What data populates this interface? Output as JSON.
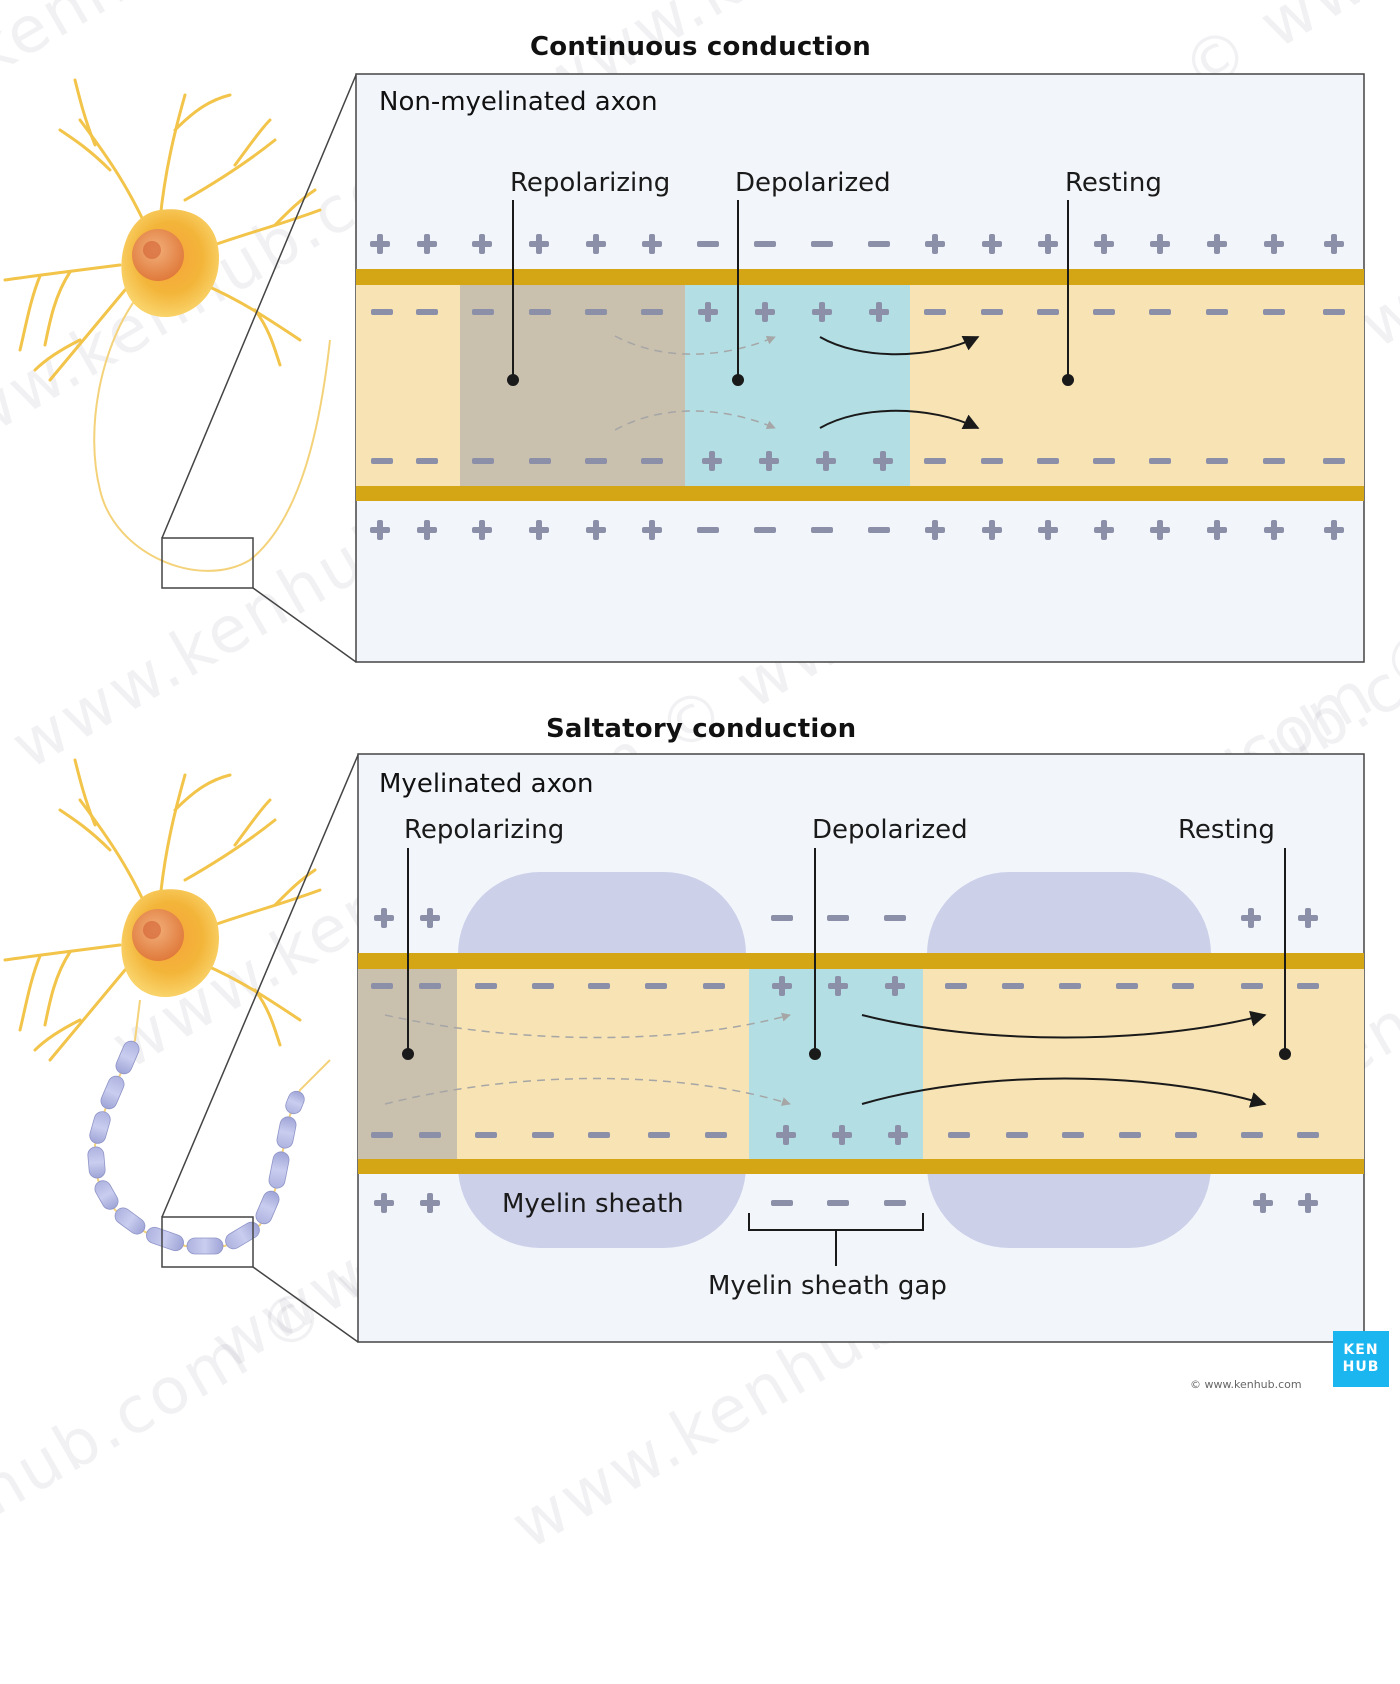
{
  "continuous": {
    "title": "Continuous conduction",
    "heading": "Non-myelinated axon",
    "labels": {
      "repolarizing": "Repolarizing",
      "depolarized": "Depolarized",
      "resting": "Resting"
    }
  },
  "saltatory": {
    "title": "Saltatory conduction",
    "heading": "Myelinated axon",
    "labels": {
      "repolarizing": "Repolarizing",
      "depolarized": "Depolarized",
      "resting": "Resting",
      "myelin_sheath": "Myelin sheath",
      "myelin_gap": "Myelin sheath gap"
    }
  },
  "brand": {
    "logo_line1": "KEN",
    "logo_line2": "HUB",
    "copyright": "© www.kenhub.com",
    "watermark": "www.kenhub.com ©"
  },
  "colors": {
    "membrane": "#d4a514",
    "axoplasm": "#f7e3b4",
    "repolarizing": "#c9c0ae",
    "depolarized": "#b2dee4",
    "myelin": "#cdd0e9",
    "ion": "#8b8fa8",
    "panel_bg": "#f2f6fb"
  }
}
